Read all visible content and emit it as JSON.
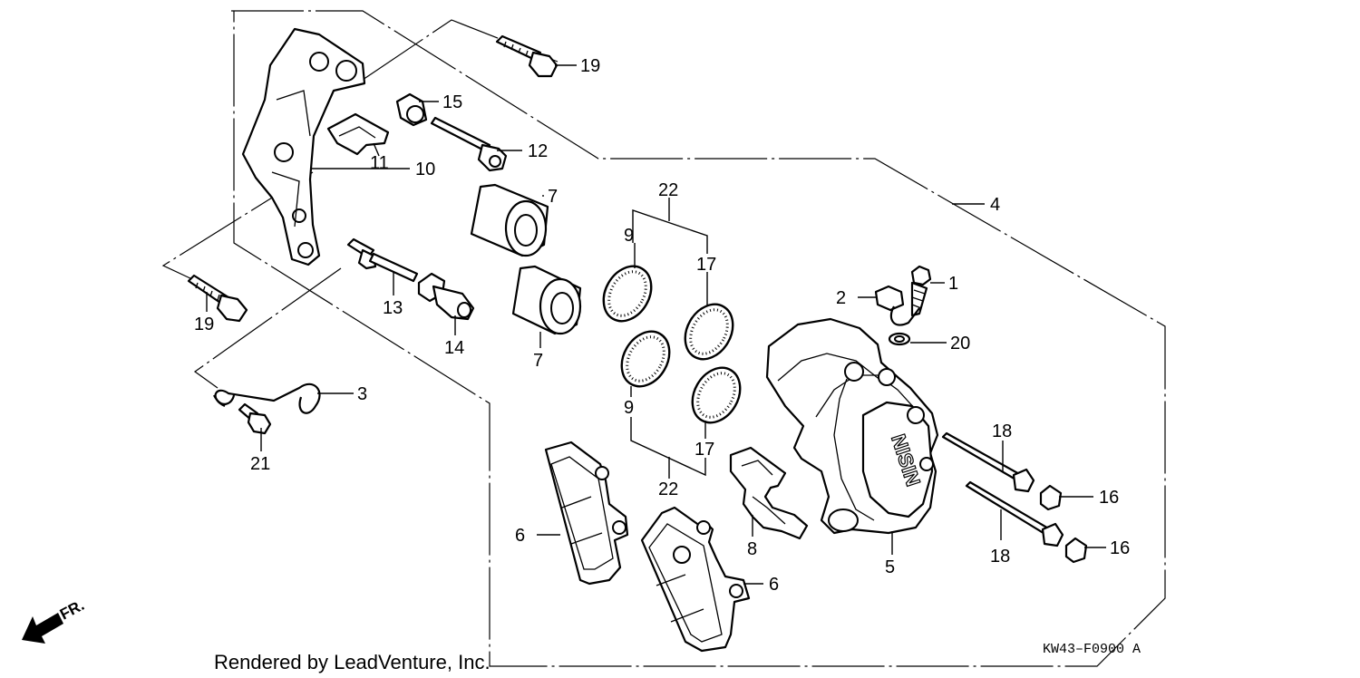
{
  "labels": {
    "p1": "1",
    "p2": "2",
    "p3": "3",
    "p4": "4",
    "p5": "5",
    "p6a": "6",
    "p6b": "6",
    "p7a": "7",
    "p7b": "7",
    "p8": "8",
    "p9a": "9",
    "p9b": "9",
    "p10": "10",
    "p11": "11",
    "p12": "12",
    "p13": "13",
    "p14": "14",
    "p15": "15",
    "p16a": "16",
    "p16b": "16",
    "p17a": "17",
    "p17b": "17",
    "p18a": "18",
    "p18b": "18",
    "p19a": "19",
    "p19b": "19",
    "p20": "20",
    "p21": "21",
    "p22a": "22",
    "p22b": "22"
  },
  "caliper_brand": "NISIN",
  "direction_label": "FR.",
  "credit": "Rendered by LeadVenture, Inc.",
  "diagram_code": "KW43–F0900 A"
}
